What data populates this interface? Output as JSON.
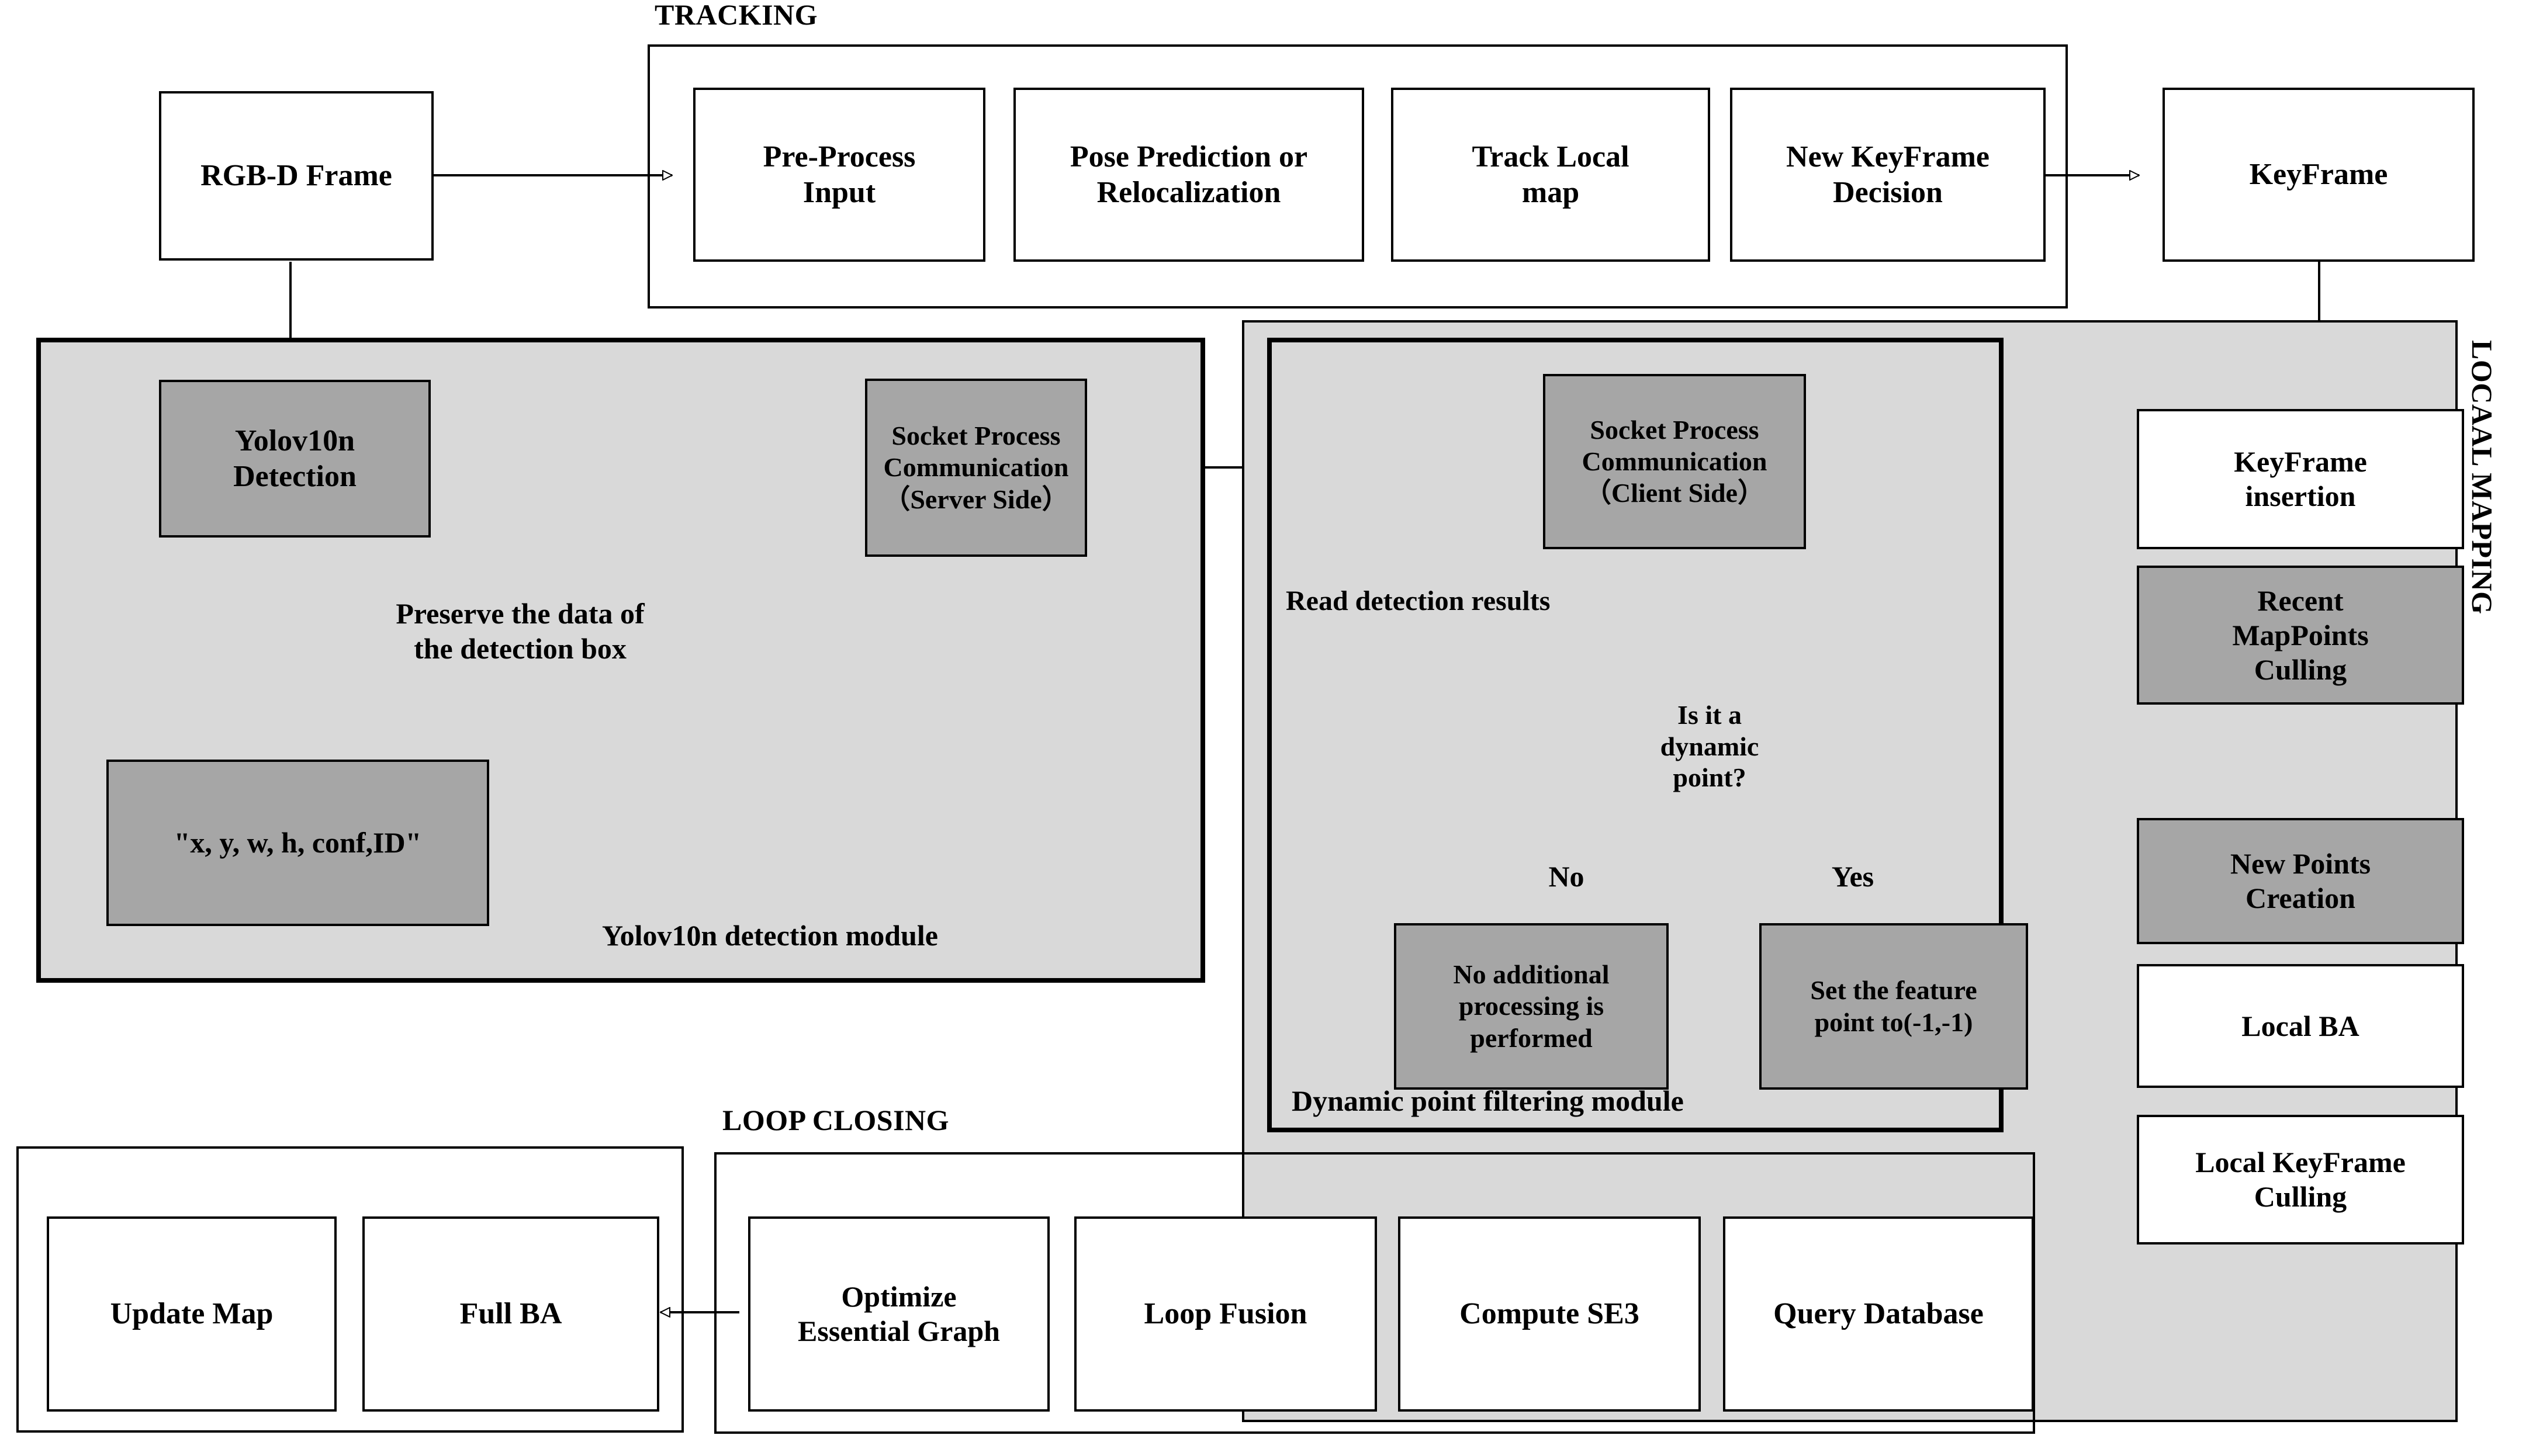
{
  "colors": {
    "stroke": "#000000",
    "node_white": "#ffffff",
    "node_gray": "#a6a6a6",
    "module_shade": "#d9d9d9",
    "canvas": "#ffffff"
  },
  "groups": {
    "tracking": {
      "title": "TRACKING"
    },
    "local_mapping": {
      "title": "LOCAAL MAPPING"
    },
    "loop_closing": {
      "title": "LOOP CLOSING"
    },
    "yolo_module": {
      "caption": "Yolov10n detection module"
    },
    "dynamic_module": {
      "caption": "Dynamic point filtering module"
    }
  },
  "nodes": {
    "rgbd_frame": "RGB-D Frame",
    "pre_process_input": "Pre-Process\nInput",
    "pose_prediction": "Pose Prediction or\nRelocalization",
    "track_local_map": "Track Local\nmap",
    "new_keyframe_decision": "New KeyFrame\nDecision",
    "keyframe": "KeyFrame",
    "yolov10n_detection": "Yolov10n\nDetection",
    "detection_tuple": "\"x, y, w, h, conf,ID\"",
    "socket_server": "Socket Process\nCommunication\n（Server Side）",
    "socket_client": "Socket Process\nCommunication\n（Client Side）",
    "decision_dynamic": "Is it a\ndynamic\npoint?",
    "no_additional": "No additional\nprocessing is\nperformed",
    "set_feature_point": "Set the feature\npoint to(-1,-1)",
    "keyframe_insertion": "KeyFrame\ninsertion",
    "recent_mappoints_culling": "Recent\nMapPoints\nCulling",
    "new_points_creation": "New Points\nCreation",
    "local_ba": "Local BA",
    "local_keyframe_culling": "Local KeyFrame\nCulling",
    "update_map": "Update Map",
    "full_ba": "Full BA",
    "optimize_essential_graph": "Optimize\nEssential Graph",
    "loop_fusion": "Loop Fusion",
    "compute_se3": "Compute SE3",
    "query_database": "Query Database"
  },
  "edge_labels": {
    "preserve_detection_box": "Preserve the data of\nthe detection box",
    "read_detection_results": "Read detection results",
    "branch_no": "No",
    "branch_yes": "Yes"
  }
}
